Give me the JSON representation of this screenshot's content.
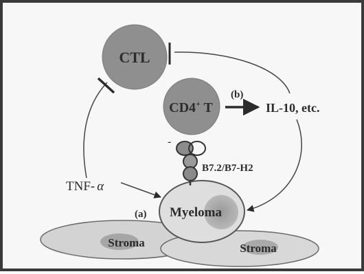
{
  "nodes": {
    "ctl": "CTL",
    "cd4_main": "CD4",
    "cd4_sup": "+",
    "cd4_suffix": " T",
    "myeloma": "Myeloma",
    "stroma_left": "Stroma",
    "stroma_right": "Stroma"
  },
  "labels": {
    "b_marker": "(b)",
    "il10": "IL-10, etc.",
    "b7": "B7.2/B7-H2",
    "tnf_text": "TNF-",
    "tnf_alpha": "α",
    "a_marker": "(a)",
    "minus_mark": "-"
  }
}
